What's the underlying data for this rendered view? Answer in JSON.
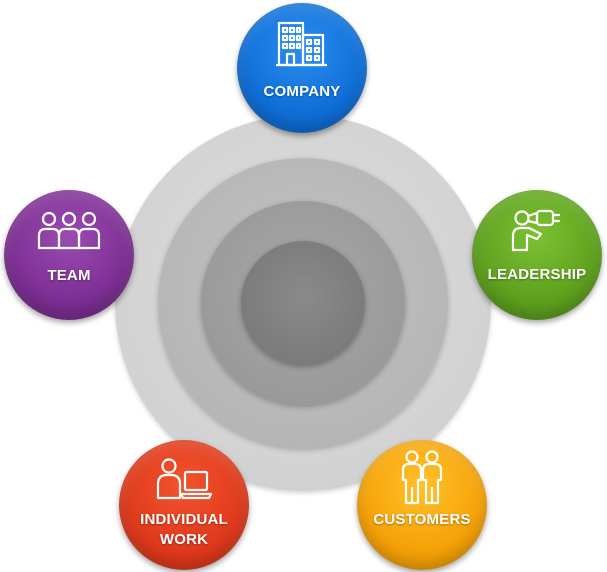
{
  "diagram": {
    "nodes": [
      {
        "id": "company",
        "label": "COMPANY",
        "icon": "building-icon",
        "color": "#0f6fd8"
      },
      {
        "id": "leadership",
        "label": "LEADERSHIP",
        "icon": "binoculars-person-icon",
        "color": "#5ea11e"
      },
      {
        "id": "customers",
        "label": "CUSTOMERS",
        "icon": "two-people-icon",
        "color": "#f5a207"
      },
      {
        "id": "individual",
        "label_line1": "INDIVIDUAL",
        "label_line2": "WORK",
        "icon": "person-laptop-icon",
        "color": "#e03a1b"
      },
      {
        "id": "team",
        "label": "TEAM",
        "icon": "group-icon",
        "color": "#7d2f93"
      }
    ],
    "rings": {
      "count": 4,
      "colors": [
        "#d2d2d2",
        "#b6b6b6",
        "#9a9a9a",
        "#7a7a7a"
      ]
    }
  }
}
